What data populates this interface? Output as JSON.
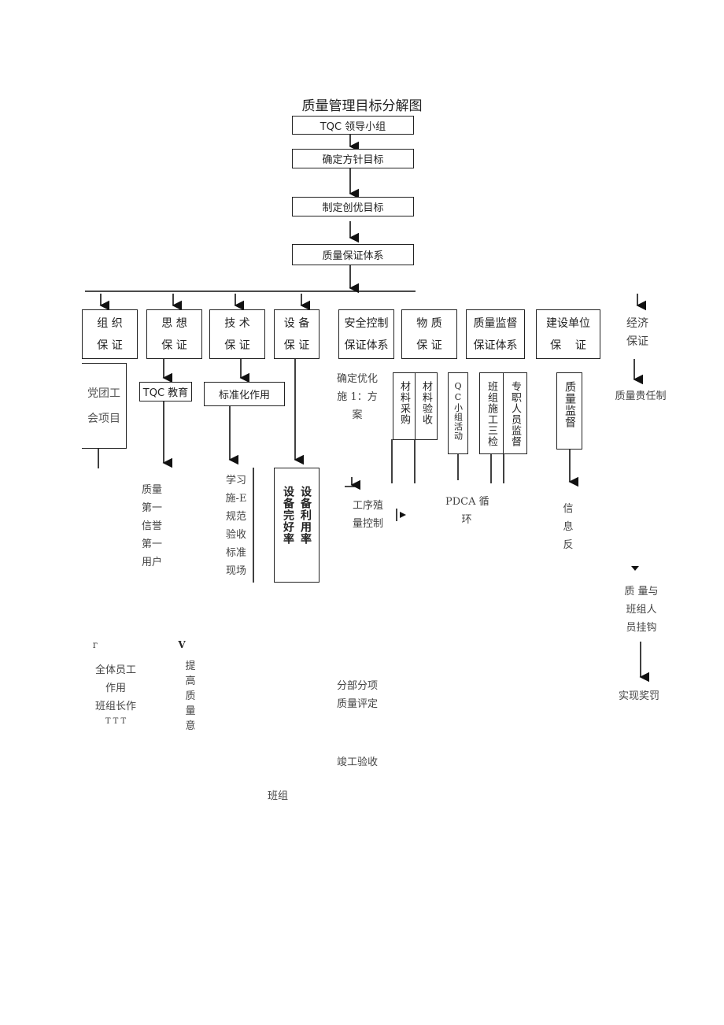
{
  "title": "质量管理目标分解图",
  "chain": {
    "step1": "TQC 领导小组",
    "step2": "确定方针目标",
    "step3": "制定创优目标",
    "step4": "质量保证体系"
  },
  "categories": {
    "org": "组 织\n保 证",
    "ideology": "思 想\n保 证",
    "tech": "技 术\n保 证",
    "equipment": "设 备\n保 证",
    "safety": "安全控制\n保证体系",
    "material": "物 质\n保 证",
    "supervision": "质量监督\n保证体系",
    "owner": "建设单位\n保    证",
    "economy": "经济\n保证"
  },
  "sub": {
    "party": "党团工\n会项目",
    "tqc_edu": "TQC 教育",
    "standard": "标准化作用",
    "optimize": "确定优化\n施 1：方\n案",
    "purchase": "材料采购",
    "acceptance": "材料验收",
    "qc_group": "QC小组活动",
    "three_checks": "班组施工三检",
    "inspector": "专职人员监督",
    "quality_supervise": "质量监督",
    "responsibility": "质量贵任制"
  },
  "third": {
    "quality_first": "质量\n第一\n信誉\n第一\n用户",
    "study": "学习\n施-E\n规范\n验收\n标准\n现场",
    "equip_intact": "设备完好率",
    "equip_use": "设备利用率",
    "process_control": "工序殖\n量控制",
    "pdca": "PDCA 循\n环",
    "info": "信息反馈",
    "link": "质 量与\n班组人\n员挂钩"
  },
  "bottom": {
    "staff_mark": "ᴦ",
    "v_mark": "V",
    "staff": "全体员工\n作用\n班组长作",
    "staff_cut": "T T T",
    "improve": "提高质量意",
    "sub_eval": "分部分项\n质量评定",
    "completion": "竣工验收",
    "team": "班组",
    "reward": "实现奖罚"
  }
}
